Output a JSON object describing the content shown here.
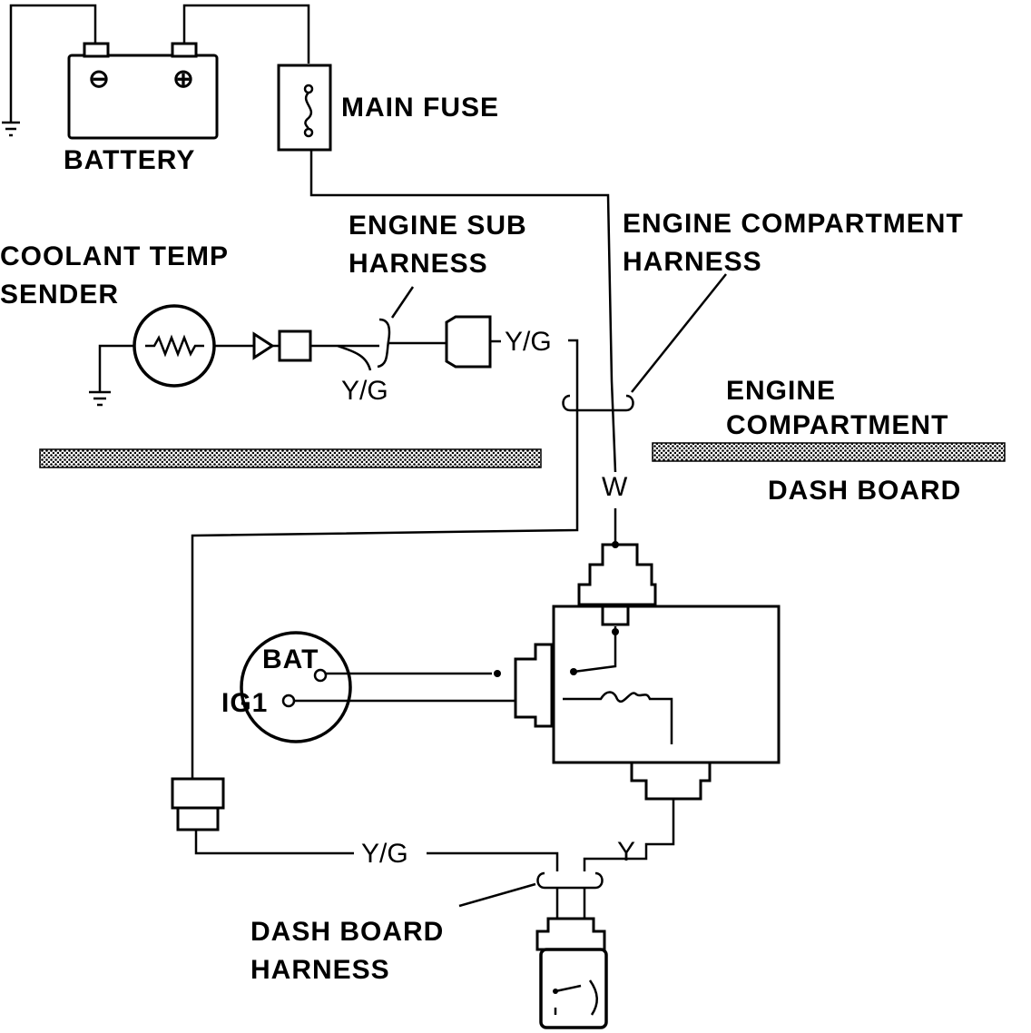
{
  "labels": {
    "battery": "BATTERY",
    "main_fuse": "MAIN FUSE",
    "coolant_temp_sender_1": "COOLANT TEMP",
    "coolant_temp_sender_2": "SENDER",
    "engine_sub_harness_1": "ENGINE SUB",
    "engine_sub_harness_2": "HARNESS",
    "engine_compartment_harness_1": "ENGINE COMPARTMENT",
    "engine_compartment_harness_2": "HARNESS",
    "engine_compartment_1": "ENGINE",
    "engine_compartment_2": "COMPARTMENT",
    "dash_board": "DASH BOARD",
    "dash_board_harness_1": "DASH BOARD",
    "dash_board_harness_2": "HARNESS",
    "bat_terminal": "BAT",
    "ig1_terminal": "IG1"
  },
  "wire_colors": {
    "sender_lead": "Y/G",
    "sub_harness_out": "Y/G",
    "fuse_feed": "W",
    "gauge_signal": "Y/G",
    "gauge_power": "Y"
  },
  "symbols": {
    "battery_negative": "⊖",
    "battery_positive": "⊕"
  },
  "colors": {
    "ink": "#000000",
    "paper": "#ffffff"
  }
}
